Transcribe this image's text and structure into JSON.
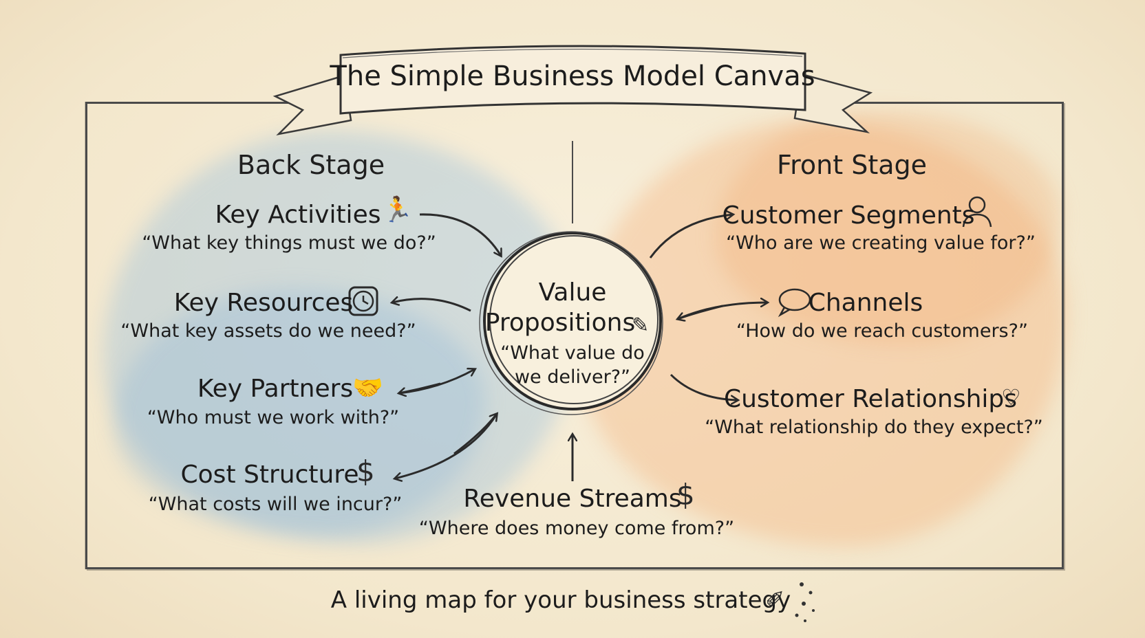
{
  "title": "The Simple Business Model Canvas",
  "back_stage": {
    "label": "Back Stage",
    "items": [
      {
        "name": "Key Activities",
        "question": "“What key things must we do?”",
        "icon": "runner-icon"
      },
      {
        "name": "Key Resources",
        "question": "“What key assets do we need?”",
        "icon": "clock-icon"
      },
      {
        "name": "Key Partners",
        "question": "“Who must we work with?”",
        "icon": "handshake-icon"
      },
      {
        "name": "Cost Structure",
        "question": "“What costs will we incur?”",
        "icon": "dollar-icon"
      }
    ]
  },
  "front_stage": {
    "label": "Front Stage",
    "items": [
      {
        "name": "Customer Segments",
        "question": "“Who are we creating value for?”",
        "icon": "person-icon"
      },
      {
        "name": "Channels",
        "question": "“How do we reach customers?”",
        "icon": "speech-bubble-icon"
      },
      {
        "name": "Customer Relationships",
        "question": "“What relationship do they expect?”",
        "icon": "heart-hands-icon"
      }
    ]
  },
  "center": {
    "line1": "Value",
    "line2": "Propositions",
    "question_line1": "“What value do",
    "question_line2": "we deliver?”",
    "icon": "pencil-icon"
  },
  "revenue": {
    "name": "Revenue Streams",
    "question": "“Where does money come from?”",
    "icon": "dollar-icon"
  },
  "footer": "A living map for your business strategy",
  "colors": {
    "blue_wash": "#9bbfdc",
    "orange_wash": "#f2ad78",
    "ink": "#1d1d1d",
    "paper": "#f6ecd6"
  }
}
